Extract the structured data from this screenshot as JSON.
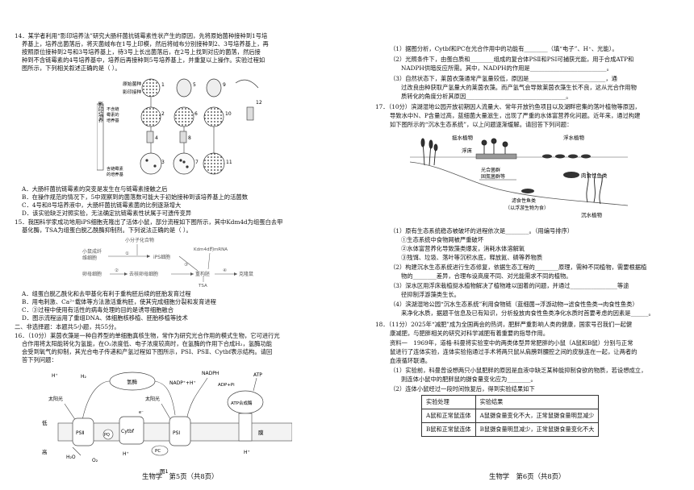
{
  "left_page": {
    "q14": {
      "stem": [
        "14．某学者利用“影印培养法”研究大肠杆菌抗链霉素性状产生的原因，先将原始菌种接种到1号培",
        "养基上，培养出菌落后，将灭菌绒布在1号上印模，然后将绒布分别接种到2、3号培养基上，再",
        "按照原位接种到2号和3号培养基上，待3号上长出菌落后，在2号上找到对应的菌落，然后接",
        "种到不含链霉素的4号培养基中，培养后再接种到5号培养基上，并重复以上操作。实验过程如",
        "图所示，下列相关叙述正确的是（     ）。"
      ],
      "figure": {
        "row_labels": [
          "原始菌种",
          "影印接种"
        ],
        "side_label_a": [
          "不含链",
          "霉素的",
          "培养基"
        ],
        "side_label_b": [
          "含链霉素",
          "的培养基"
        ],
        "vertical_label": "影印培养",
        "numbers": [
          "1",
          "2",
          "3",
          "4",
          "5",
          "6",
          "7",
          "8",
          "9",
          "10",
          "11",
          "12"
        ]
      },
      "options": [
        "A．大肠杆菌抗链霉素的突变是发生在与链霉素接触之后",
        "B．在操作规范的情况下，5中观察到的菌落数可能大于初始接种到该培养基上的活菌数",
        "C．4号和8号培养液中，大肠杆菌抗链霉素菌的比例逐渐增大",
        "D．该实验缺乏对照实验，无法确定抗链霉素性状属于可遗传变异"
      ]
    },
    "q15": {
      "stem": [
        "15．我国科学家成功地用iPS细胞克隆出了活体小鼠，部分流程如下图所示，其中Kdm4d为组蛋白去甲",
        "基化酶，TSA为组蛋白脱乙酰酶抑制剂。下列说法正确的是（     ）。"
      ],
      "figure": {
        "top": "小分子化合物",
        "mouse_cells": [
          "小鼠成纤",
          "维细胞"
        ],
        "ips": "iPS细胞",
        "mrna": "Kdm4d的mRNA",
        "egg": "卵母细胞",
        "enucleated": "去核卵母细胞",
        "reconstructed": "重构胚",
        "clone": "克隆鼠",
        "tsa": "TSA",
        "steps": [
          "①",
          "②",
          "③",
          "④"
        ]
      },
      "options": [
        "A．组蛋白脱乙酰化和去甲基化有利于重构胚后续的胚胎发育过程",
        "B．用电刺激、Ca²⁺载体等方法激活重构胚，使其完成细胞分裂和发育进程",
        "C．③过程中使用有活性的病毒处理的目的是诱导细胞融合",
        "D．图示流程运用了重组DNA、体细胞核移植、胚胎移植等技术"
      ]
    },
    "section2": "二、非选择题：本题共5小题，共55分。",
    "q16": {
      "stem": [
        "16．（10分）莱茵衣藻是一种自养型的单细胞真核生物，常作为研究光合作用的模式生物，它可进行光",
        "合作用将太阳能转化为氢能，在O₂浓度低、电子浓度较高时，在氢酶的作用下合成H₂，氢酶功能",
        "会受到氧气的抑制，其光合电子传递和产氢过程如下图所示，PSⅠ、PSⅡ、Cytbf表示结构。请回",
        "答下列问题："
      ],
      "figure": {
        "enzyme": "氢酶",
        "sunlight_left": "太阳光",
        "sunlight_right": "太阳光",
        "nadp": "NADP⁺+H⁺",
        "nadph": "NADPH",
        "atp": "ATP",
        "atp_synthase": "ATP合成酶",
        "adp": "ADP+Pi",
        "membrane": "膜",
        "low": "低",
        "high": "高",
        "h_plus": "H⁺",
        "h2": "H₂",
        "h2o": "H₂O",
        "o2": "O₂",
        "e": "e⁻",
        "psii": "PSⅡ",
        "psi": "PSⅠ",
        "cytbf": "Cytbf",
        "pq": "PQ",
        "pc": "PC",
        "caption": "图1"
      }
    },
    "footer": "生物学　第5页（共8页）"
  },
  "right_page": {
    "q16_parts": [
      "（1）据图分析，Cytbf和PC在光合作用中的功能有________（填“电子”、H⁺、光能）。",
      "（2）光照条件下，由蛋白质和________组成的复合体PSⅡ和PSⅠ可捕获光能，用于合成ATP和",
      "NADPH供暗反应所需。其中，NADPH的作用是__________________________。",
      "（3）自然状态下，莱茵衣藻通常产氢量较低，原因是__________________________，通",
      "过改良由种获取产氢量大的莱茵衣藻。而产氢气会导致莱茵衣藻生长不良，这从光合作用物",
      "质转化的角度分析其原因__________________________________。"
    ],
    "q17": {
      "stem": [
        "17．（10分）滨湖湿地公园开放初期因人流量大、常年开放钓鱼项目以及湖畔密集的落叶植物等原因，",
        "导致水中N、P含量过高，蓝细菌大量滋生，出现了严重的水体富营养化问题。近年来，通过构建",
        "如下图所示的“沉水生态系统”，以上问题逐渐缓解。请回答下列问题："
      ],
      "figure": {
        "emergent": "挺水植物",
        "floating": "浮水植物",
        "float_bed": "浮床",
        "bacteria": [
          "光合菌群",
          "固氮菌群等"
        ],
        "carnivore": "肉食性鱼类",
        "detritivore": [
          "滤食性鱼类",
          "（以浮游生物为食）"
        ],
        "submerged": "沉水植物"
      },
      "parts": [
        "（1）原有生态系统稳态被破坏的进程依次是________。（用编号排序）",
        "①生态系统中食物网被严重破坏",
        "②水体富营养化导致藻类爆发，消耗水体溶解氧",
        "③残饵、垃圾、落叶等沉积水底，释放氮、磷等养物质",
        "（2）构建沉水生态系统进行生态修复，依据生态工程的________原理，需种不同植物，需要根据植",
        "物的________差异，合理布设高度不同、对光能需求不同的植物。",
        "（3）深水区用浮床栽植挺水植物解决了植物难以固着的问题，并通过________________等途",
        "径抑制浮游藻类生长。",
        "（4）滨湖湿地公园“沉水生态系统”利用食物链（蓝细菌→浮游动物→滤食性鱼类→肉食性鱼类）",
        "来净化水质，据题干信息及已有知识，分析投放肉食性鱼类净化水质时首要考虑的因素是______。"
      ]
    },
    "q18": {
      "stem": [
        "18．（11分）2025年“减肥”成为全国两会的热词，肥胖严重影响人类的健康，国家号召我们一起健",
        "康减肥，与肥胖相关的研究对科学减肥有着重要的指导作用。",
        "资料一　1969年，道格·科曼将实验室中的两类体型异常肥胖的小鼠（A鼠和B鼠）分别与正常",
        "鼠进行了连体实验，连体实验指通过手术将两只鼠从肩膀到腰腔之间的皮肤连在一起，让两者的",
        "血液循环联通。"
      ],
      "parts": [
        "（1）实验前，科曼曾设想两只小鼠肥胖的原因是血液中缺乏某种能抑制食欲的物质，若设想成立，",
        "则连体小鼠中的肥胖鼠的摄食量变化应为________。",
        "（2）连体小鼠经过一段时间恢复后，得到实验结果如下"
      ],
      "table": {
        "headers": [
          "实验处理",
          "实验结果"
        ],
        "rows": [
          [
            "A鼠和正常鼠连体",
            "A鼠摄食量变化不大，正常鼠摄食量明显减少"
          ],
          [
            "B鼠和正常鼠连体",
            "B鼠摄食量明显减少，正常鼠摄食量变化不大"
          ]
        ]
      }
    },
    "footer": "生物学　第6页（共8页）"
  }
}
